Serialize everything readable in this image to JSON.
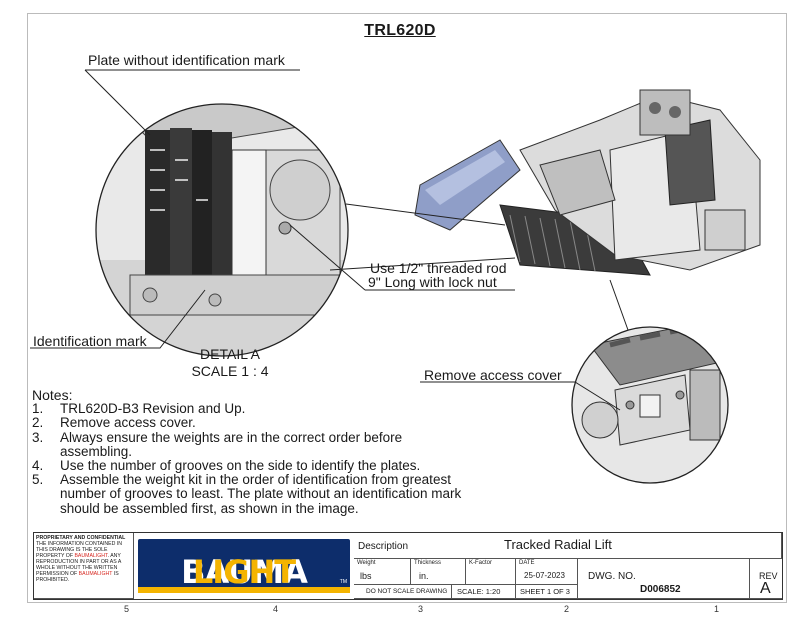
{
  "title": "TRL620D",
  "callouts": {
    "plate_without": "Plate without identification mark",
    "identification": "Identification mark",
    "rod_line1": "Use 1/2\" threaded rod",
    "rod_line2": "9\" Long with lock nut",
    "access_cover": "Remove access cover"
  },
  "detail": {
    "name": "DETAIL A",
    "scale": "SCALE 1 : 4"
  },
  "notes": {
    "heading": "Notes:",
    "items": [
      {
        "num": "1.",
        "text": "TRL620D-B3 Revision and Up."
      },
      {
        "num": "2.",
        "text": "Remove access cover."
      },
      {
        "num": "3.",
        "text": "Always ensure the weights are in the correct order before assembling."
      },
      {
        "num": "4.",
        "text": "Use the number of grooves on the side to identify the plates."
      },
      {
        "num": "5.",
        "text": "Assemble the weight kit in the order of identification from greatest number of grooves to least. The plate without an identification mark should be assembled first, as shown in the image."
      }
    ]
  },
  "title_block": {
    "proprietary_heading": "PROPRIETARY AND CONFIDENTIAL",
    "proprietary_text_1": "THE INFORMATION CONTAINED IN THIS DRAWING IS THE SOLE PROPERTY OF",
    "brand_red_1": "BAUMALIGHT",
    "proprietary_text_2": ". ANY REPRODUCTION IN PART OR AS A WHOLE WITHOUT THE WRITTEN PERMISSION OF",
    "brand_red_2": "BAUMALIGHT",
    "proprietary_text_3": "IS PROHIBITED.",
    "logo_text_1": "BAUMA",
    "logo_text_2": "LIGHT",
    "logo_tm": "TM",
    "description_label": "Description",
    "description_value": "Tracked Radial Lift",
    "weight_label": "Weight",
    "weight_value": "lbs",
    "thickness_label": "Thickness",
    "thickness_value": "in.",
    "kfactor_label": "K-Factor",
    "kfactor_value": "",
    "date_label": "DATE",
    "date_value": "25-07-2023",
    "dwg_label": "DWG. NO.",
    "dwg_value": "D006852",
    "rev_label": "REV",
    "rev_value": "A",
    "do_not_scale": "DO NOT SCALE DRAWING",
    "scale": "SCALE: 1:20",
    "sheet": "SHEET 1 OF 3"
  },
  "zones": [
    "5",
    "4",
    "3",
    "2",
    "1"
  ],
  "colors": {
    "logo_bg": "#0d2d6b",
    "logo_accent": "#f4b400",
    "brand_red": "#d6261f"
  }
}
